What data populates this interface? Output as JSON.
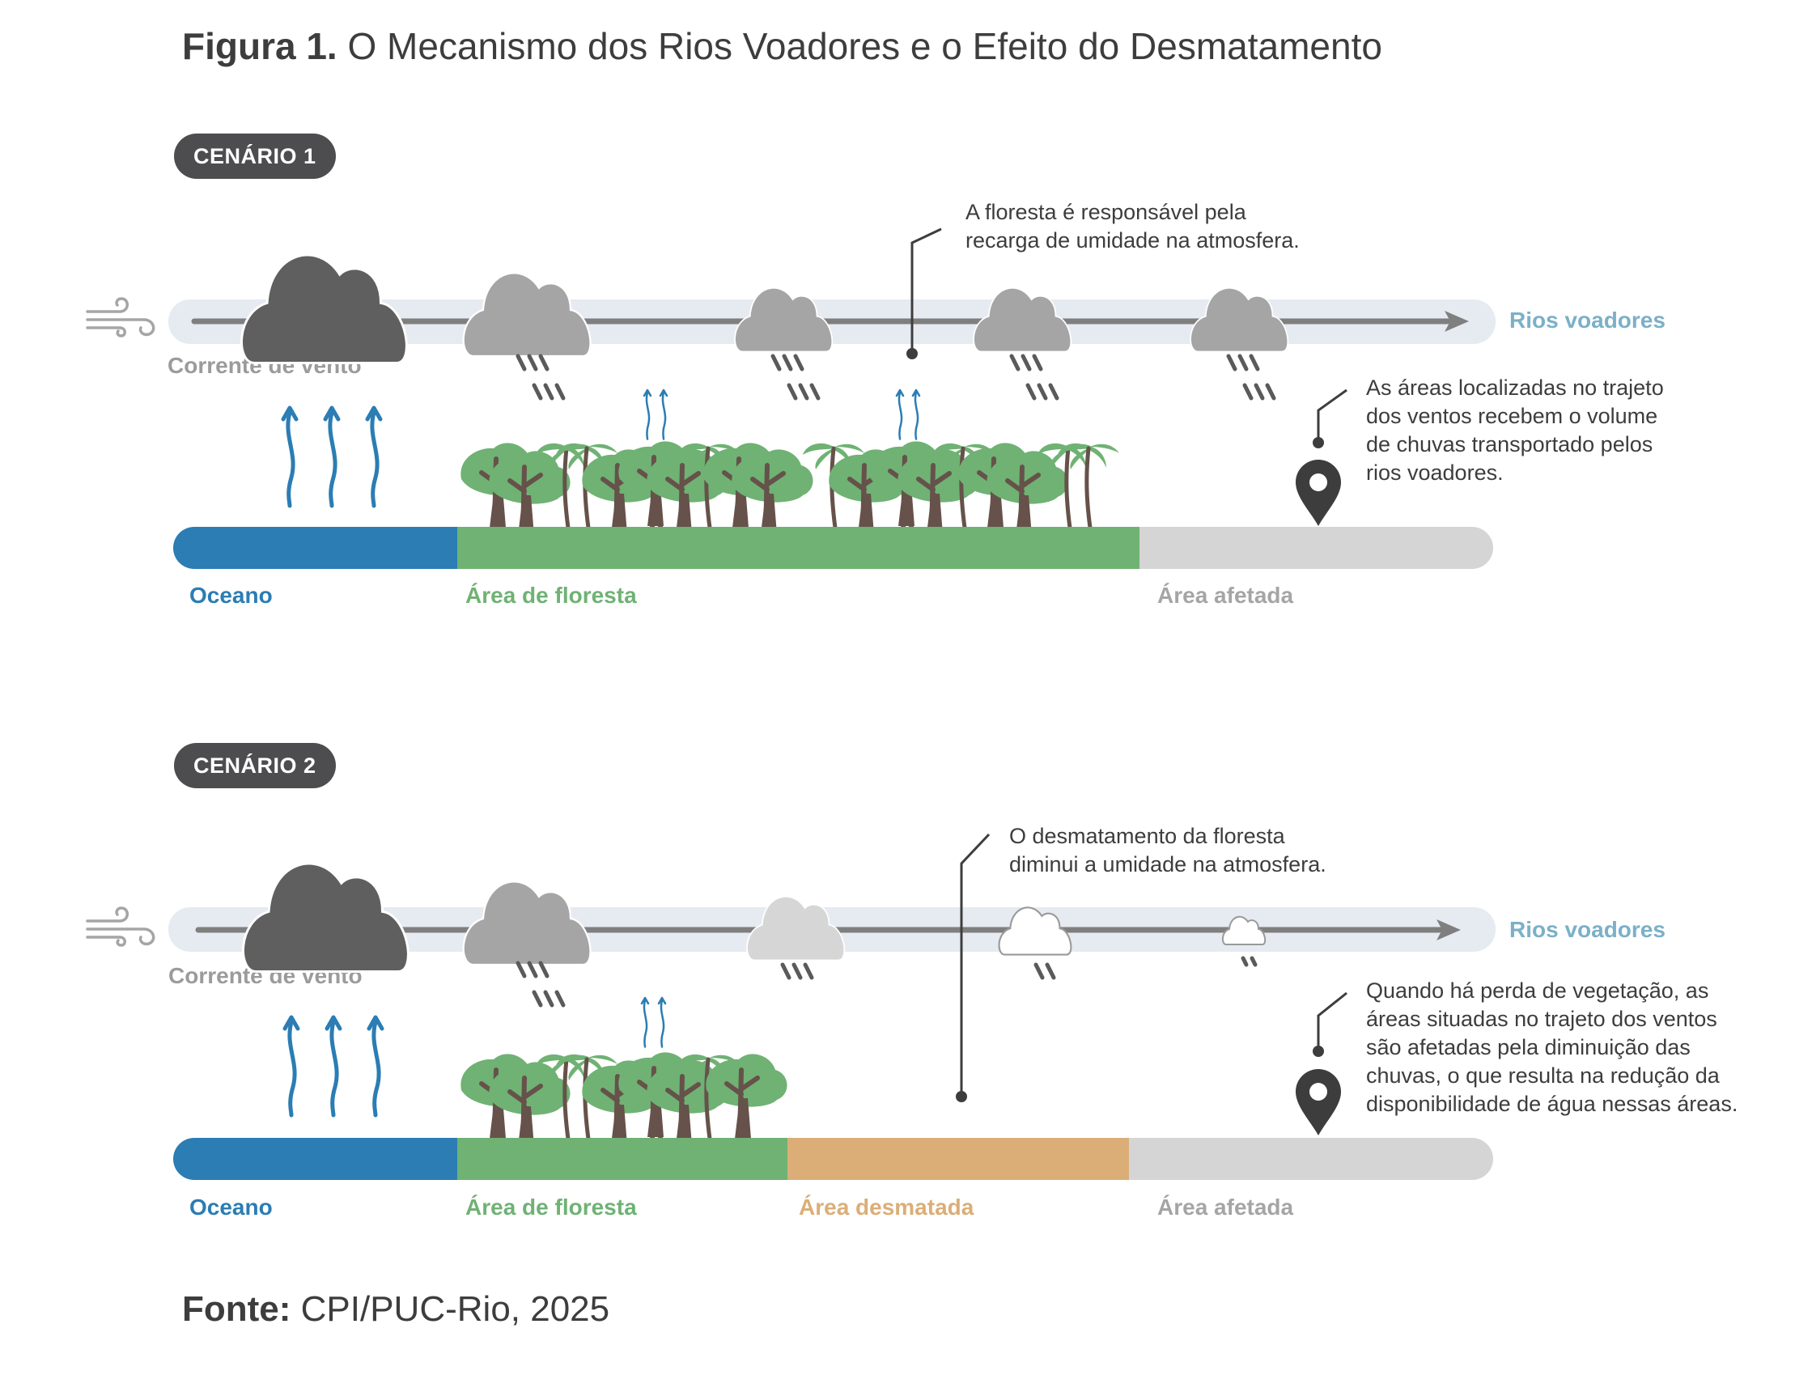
{
  "figure": {
    "label": "Figura 1.",
    "title": "O Mecanismo dos Rios Voadores e o Efeito do Desmatamento"
  },
  "colors": {
    "ocean": "#2b7db3",
    "forest": "#6fb274",
    "deforested": "#dbae77",
    "affected": "#d5d5d5",
    "wind_band": "#e6ebf1",
    "rios_voadores": "#7bb0c8",
    "cloud_dark": "#5f5f5f",
    "cloud_mid": "#a5a5a5",
    "cloud_light": "#d6d6d6",
    "trunk": "#66524a",
    "badge": "#4d4d4f"
  },
  "scenarios": [
    {
      "badge": "CENÁRIO 1",
      "wind_label": "Corrente de vento",
      "rios_label": "Rios voadores",
      "annotation_top": "A floresta é responsável pela recarga de umidade na atmosfera.",
      "annotation_top_lines": [
        "A floresta é responsável pela",
        "recarga de umidade na atmosfera."
      ],
      "annotation_right_lines": [
        "As áreas localizadas no trajeto",
        "dos ventos recebem o volume",
        "de chuvas transportado pelos",
        "rios voadores."
      ],
      "ground": [
        {
          "label": "Oceano",
          "type": "ocean"
        },
        {
          "label": "Área de floresta",
          "type": "forest"
        },
        {
          "label": "Área afetada",
          "type": "affected"
        }
      ],
      "clouds": [
        {
          "intensity": "dark",
          "rain_rows": 0
        },
        {
          "intensity": "mid",
          "rain_rows": 2
        },
        {
          "intensity": "mid",
          "rain_rows": 2
        },
        {
          "intensity": "mid",
          "rain_rows": 2
        },
        {
          "intensity": "mid",
          "rain_rows": 2
        }
      ]
    },
    {
      "badge": "CENÁRIO 2",
      "wind_label": "Corrente de vento",
      "rios_label": "Rios voadores",
      "annotation_top_lines": [
        "O desmatamento da floresta",
        "diminui a umidade na atmosfera."
      ],
      "annotation_right_lines": [
        "Quando há perda de vegetação, as",
        "áreas situadas no trajeto dos ventos",
        "são afetadas pela diminuição das",
        "chuvas, o que resulta na redução da",
        "disponibilidade de água nessas áreas."
      ],
      "ground": [
        {
          "label": "Oceano",
          "type": "ocean"
        },
        {
          "label": "Área de floresta",
          "type": "forest"
        },
        {
          "label": "Área desmatada",
          "type": "deforested"
        },
        {
          "label": "Área afetada",
          "type": "affected"
        }
      ],
      "clouds": [
        {
          "intensity": "dark",
          "rain_rows": 0
        },
        {
          "intensity": "mid",
          "rain_rows": 2
        },
        {
          "intensity": "light",
          "rain_rows": 1
        },
        {
          "intensity": "outline",
          "rain_rows": 1
        },
        {
          "intensity": "outline-small",
          "rain_rows": 1
        }
      ]
    }
  ],
  "source": {
    "label": "Fonte:",
    "value": "CPI/PUC-Rio, 2025"
  },
  "icons": [
    "wind-icon",
    "cloud-icon",
    "rain-icon",
    "evaporation-arrow-icon",
    "tree-icon",
    "palm-tree-icon",
    "map-pin-icon",
    "leader-line"
  ]
}
